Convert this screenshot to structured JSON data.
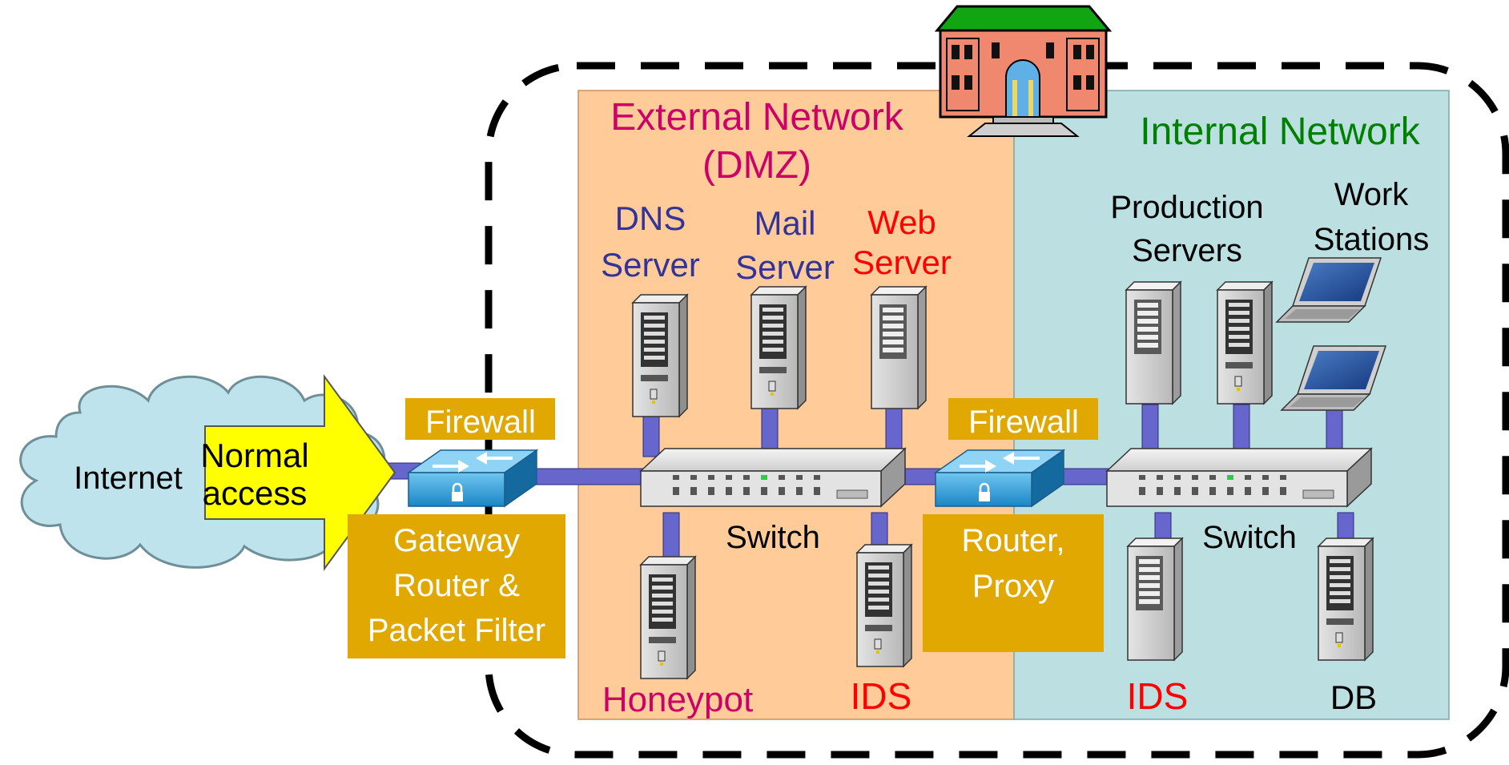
{
  "zones": {
    "external_line1": "External Network",
    "external_line2": "(DMZ)",
    "internal": "Internal Network"
  },
  "cloud_label": "Internet",
  "normal_access": {
    "line1": "Normal",
    "line2": "access"
  },
  "firewall_left": "Firewall",
  "firewall_right": "Firewall",
  "gateway_box": [
    "Gateway",
    "Router &",
    "Packet Filter"
  ],
  "router_box": [
    "Router,",
    "Proxy"
  ],
  "dmz_servers": {
    "dns": [
      "DNS",
      "Server"
    ],
    "mail": [
      "Mail",
      "Server"
    ],
    "web": [
      "Web",
      "Server"
    ]
  },
  "switch_dmz": "Switch",
  "switch_internal": "Switch",
  "honeypot": "Honeypot",
  "ids_dmz": "IDS",
  "ids_internal": "IDS",
  "db": "DB",
  "production": [
    "Production",
    "Servers"
  ],
  "workstations": [
    "Work",
    "Stations"
  ],
  "colors": {
    "dmz_bg": "#FFCC99",
    "internal_bg": "#BCE0E2",
    "magenta": "#CC0066",
    "green": "#008000",
    "navy": "#333399",
    "red": "#FF0000",
    "gold": "#E0A800",
    "cable": "#6666CC",
    "cloud": "#BFE3EC",
    "arrow": "#FFFF00"
  }
}
